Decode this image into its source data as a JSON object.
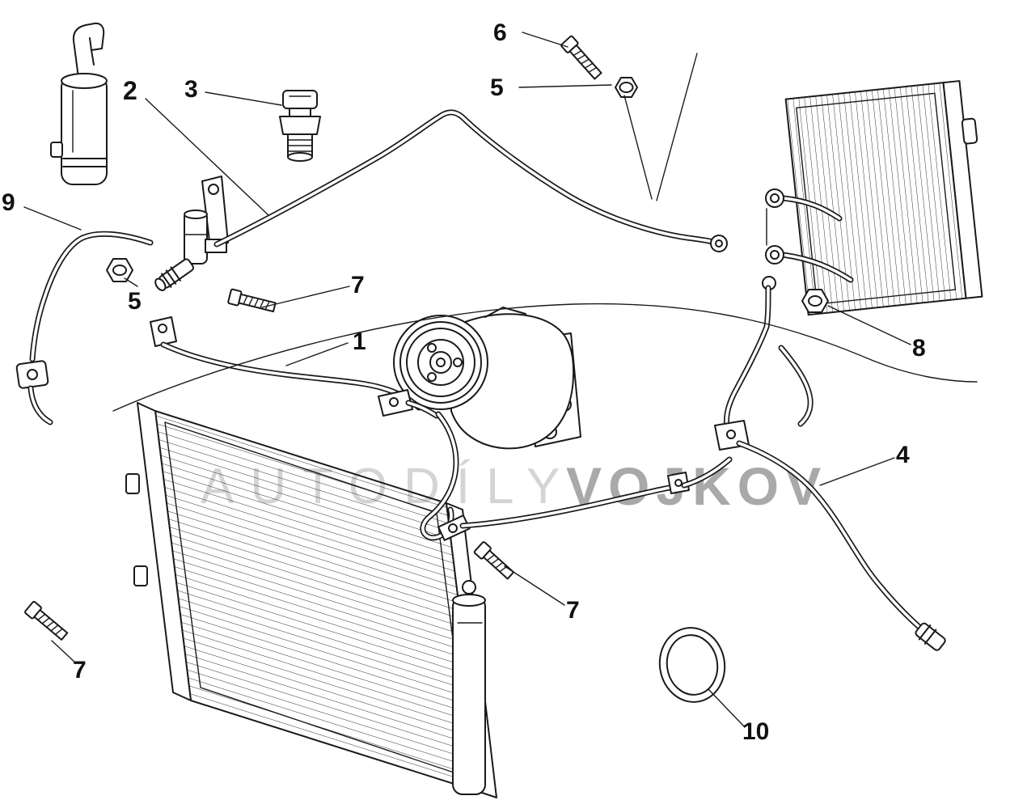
{
  "watermark": {
    "left": "AUTODÍLY",
    "right": "VOJKOV"
  },
  "labels": [
    {
      "text": "6"
    },
    {
      "text": "5"
    },
    {
      "text": "2"
    },
    {
      "text": "3"
    },
    {
      "text": "9"
    },
    {
      "text": "5"
    },
    {
      "text": "7"
    },
    {
      "text": "1"
    },
    {
      "text": "8"
    },
    {
      "text": "4"
    },
    {
      "text": "7"
    },
    {
      "text": "7"
    },
    {
      "text": "10"
    }
  ],
  "components": [
    "receiver-drier",
    "pressure-switch",
    "expansion-valve-assembly",
    "top-refrigerant-pipe",
    "heater-core",
    "compressor",
    "condenser",
    "left-pipe",
    "liquid-pipe",
    "suction-hose",
    "o-ring",
    "bolt",
    "nut"
  ],
  "colors": {
    "line": "#1a1a1a",
    "watermark_light": "#d4d4d4",
    "watermark_dark": "#a9a9a9",
    "background": "#ffffff"
  }
}
